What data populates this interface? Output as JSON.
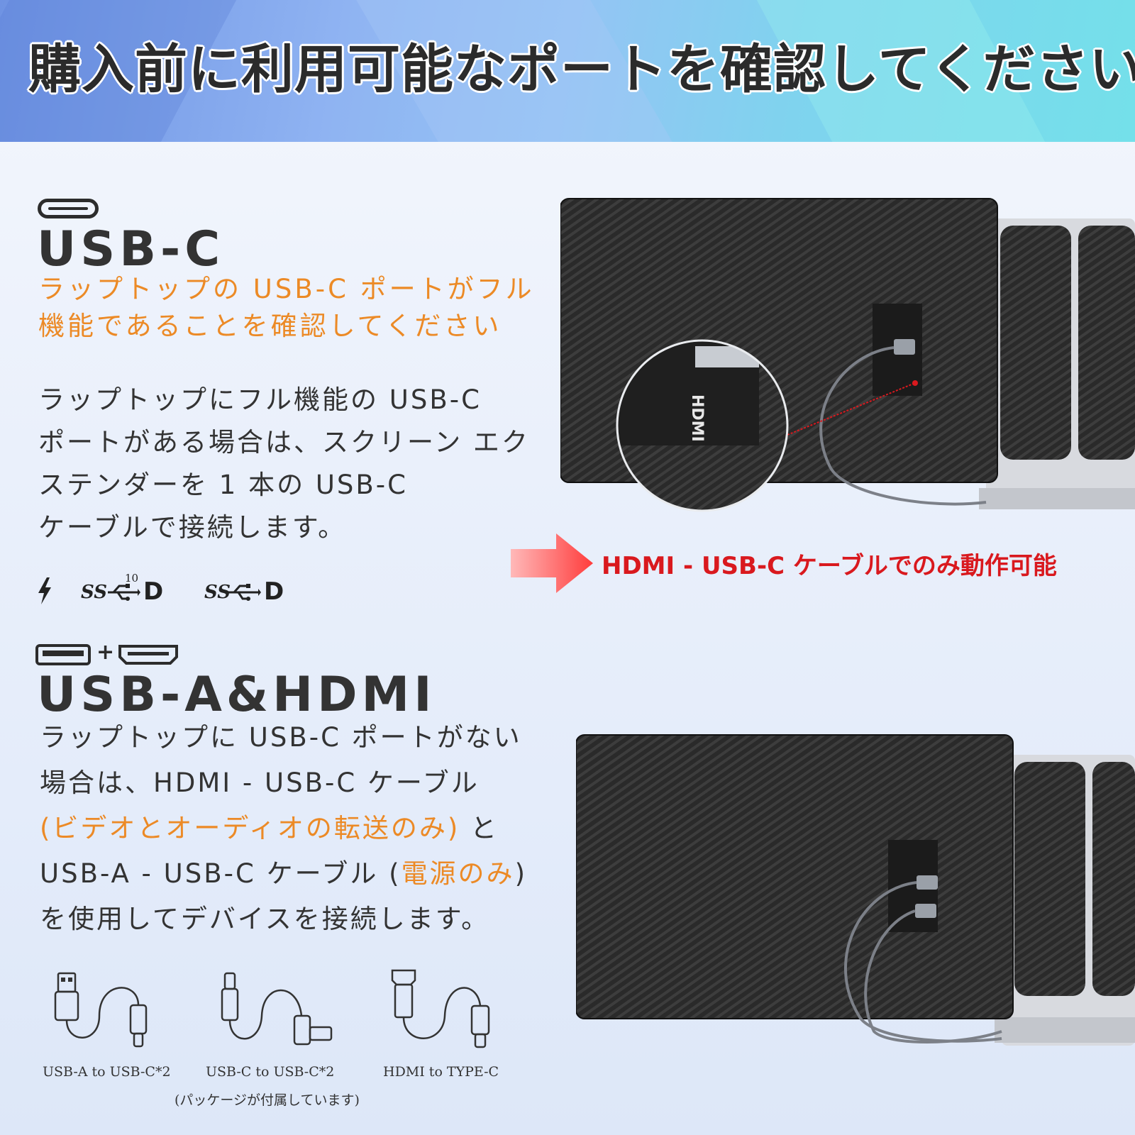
{
  "header": {
    "title": "購入前に利用可能なポートを確認してください"
  },
  "usbc": {
    "title": "USB-C",
    "subtitle_line1": "ラップトップの USB-C ポートがフル",
    "subtitle_line2": "機能であることを確認してください",
    "body_lines": [
      "ラップトップにフル機能の USB-C",
      "ポートがある場合は、スクリーン エク",
      "ステンダーを 1 本の USB-C",
      "ケーブルで接続します。"
    ],
    "logos": {
      "thunderbolt": "thunderbolt-icon",
      "ss10_dp": "SS",
      "ss10_num": "10",
      "ss_dp": "SS",
      "dp": "D"
    }
  },
  "usba_hdmi": {
    "plus": "+",
    "title": "USB-A&HDMI",
    "line1": "ラップトップに USB-C ポートがない",
    "line2": "場合は、HDMI - USB-C ケーブル",
    "line3_orange": "(ビデオとオーディオの転送のみ)",
    "line3_tail": " と",
    "line4_head": "USB-A - USB-C ケーブル (",
    "line4_orange": "電源のみ",
    "line4_tail": ")",
    "line5": "を使用してデバイスを接続します。"
  },
  "cables": [
    {
      "label": "USB-A to USB-C*2"
    },
    {
      "label": "USB-C to USB-C*2"
    },
    {
      "label": "HDMI to TYPE-C"
    }
  ],
  "package_note": "(パッケージが付属しています)",
  "callout": "HDMI - USB-C ケーブルでのみ動作可能",
  "device_labels": {
    "hdmi_zoom": "HDMI"
  },
  "colors": {
    "accent_orange": "#ec8a26",
    "callout_red": "#d9191e",
    "text_dark": "#333333"
  }
}
